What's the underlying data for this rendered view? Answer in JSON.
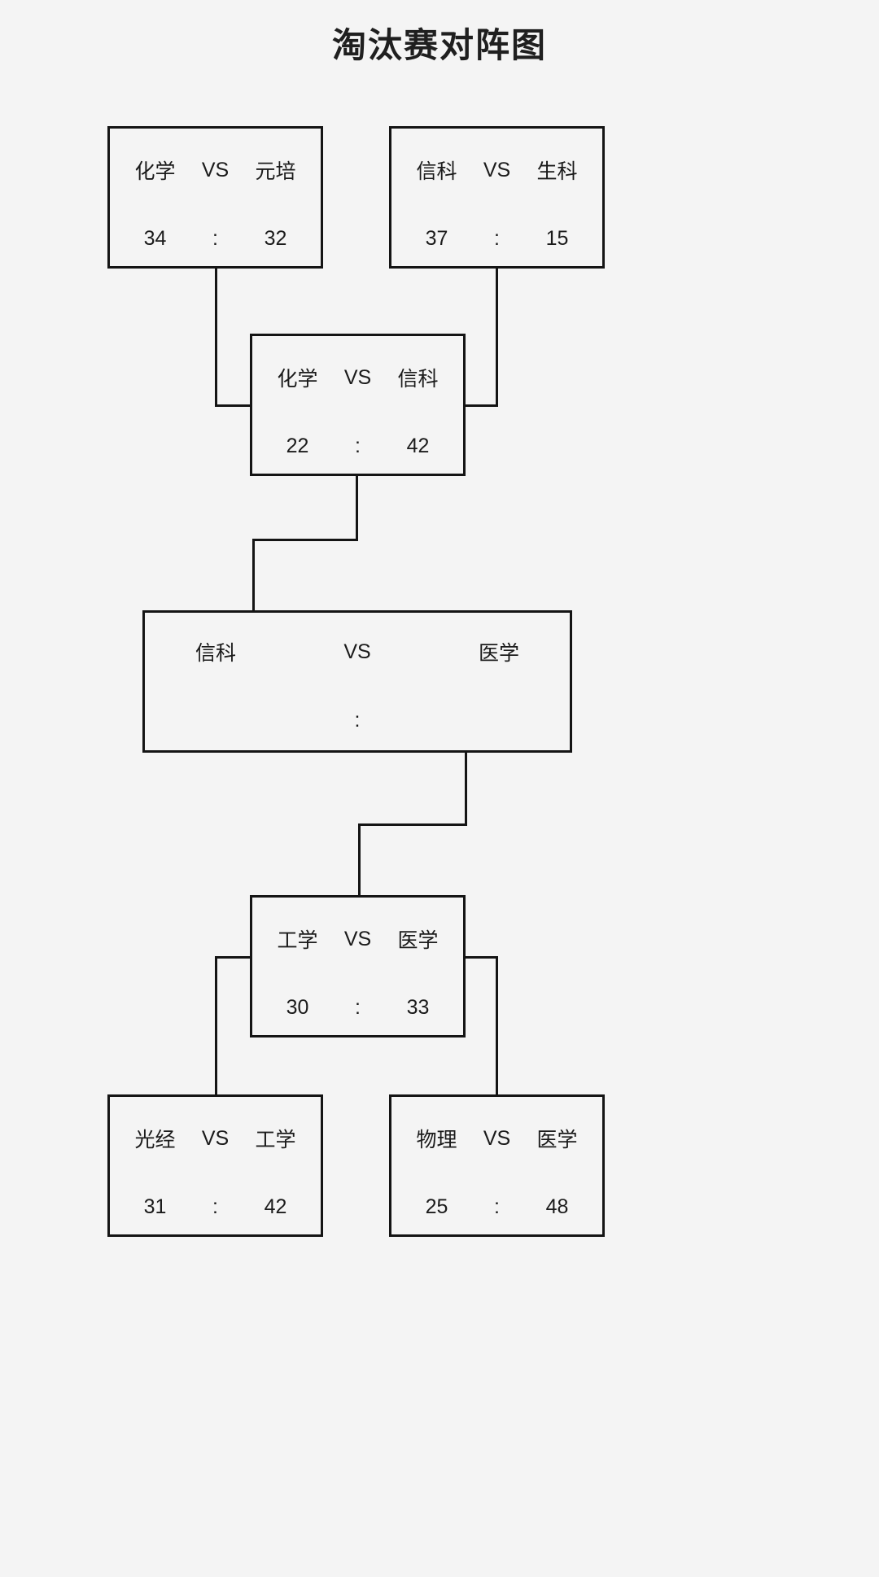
{
  "title": "淘汰赛对阵图",
  "labels": {
    "vs": "VS",
    "colon": ":"
  },
  "colors": {
    "background": "#f4f4f4",
    "line": "#141414",
    "text": "#1b1b1b"
  },
  "matches": [
    {
      "id": "qf-left",
      "round": "quarterfinal",
      "team_a": "化学",
      "team_b": "元培",
      "score_a": "34",
      "score_b": "32",
      "vs": "VS",
      "colon": ":"
    },
    {
      "id": "qf-right",
      "round": "quarterfinal",
      "team_a": "信科",
      "team_b": "生科",
      "score_a": "37",
      "score_b": "15",
      "vs": "VS",
      "colon": ":"
    },
    {
      "id": "sf-upper",
      "round": "semifinal",
      "team_a": "化学",
      "team_b": "信科",
      "score_a": "22",
      "score_b": "42",
      "vs": "VS",
      "colon": ":"
    },
    {
      "id": "final",
      "round": "final",
      "team_a": "信科",
      "team_b": "医学",
      "score_a": "",
      "score_b": "",
      "vs": "VS",
      "colon": ":"
    },
    {
      "id": "sf-lower",
      "round": "semifinal",
      "team_a": "工学",
      "team_b": "医学",
      "score_a": "30",
      "score_b": "33",
      "vs": "VS",
      "colon": ":"
    },
    {
      "id": "qf-bottom-left",
      "round": "quarterfinal",
      "team_a": "光经",
      "team_b": "工学",
      "score_a": "31",
      "score_b": "42",
      "vs": "VS",
      "colon": ":"
    },
    {
      "id": "qf-bottom-right",
      "round": "quarterfinal",
      "team_a": "物理",
      "team_b": "医学",
      "score_a": "25",
      "score_b": "48",
      "vs": "VS",
      "colon": ":"
    }
  ]
}
